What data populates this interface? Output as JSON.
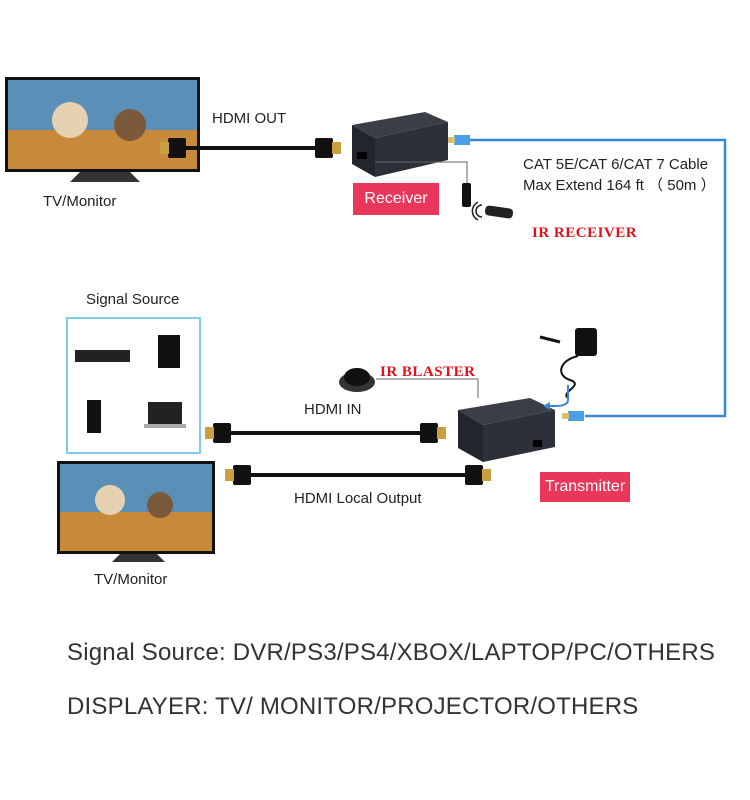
{
  "receiver_side": {
    "tv_label": "TV/Monitor",
    "hdmi_out_label": "HDMI OUT",
    "receiver_label": "Receiver",
    "ir_receiver_label": "IR RECEIVER",
    "cable_line1": "CAT 5E/CAT 6/CAT 7 Cable",
    "cable_line2": "Max Extend 164 ft （ 50m ）"
  },
  "transmitter_side": {
    "signal_source_label": "Signal Source",
    "ir_blaster_label": "IR BLASTER",
    "hdmi_in_label": "HDMI IN",
    "hdmi_local_output_label": "HDMI Local Output",
    "transmitter_label": "Transmitter",
    "tv_label": "TV/Monitor"
  },
  "footer": {
    "signal_source_text": "Signal Source: DVR/PS3/PS4/XBOX/LAPTOP/PC/OTHERS",
    "displayer_text": "DISPLAYER: TV/ MONITOR/PROJECTOR/OTHERS"
  },
  "colors": {
    "tag": "#e8375a",
    "ir_label": "#e0101a",
    "network_cable": "#3a86d8",
    "source_box_border": "#7ecbea"
  }
}
